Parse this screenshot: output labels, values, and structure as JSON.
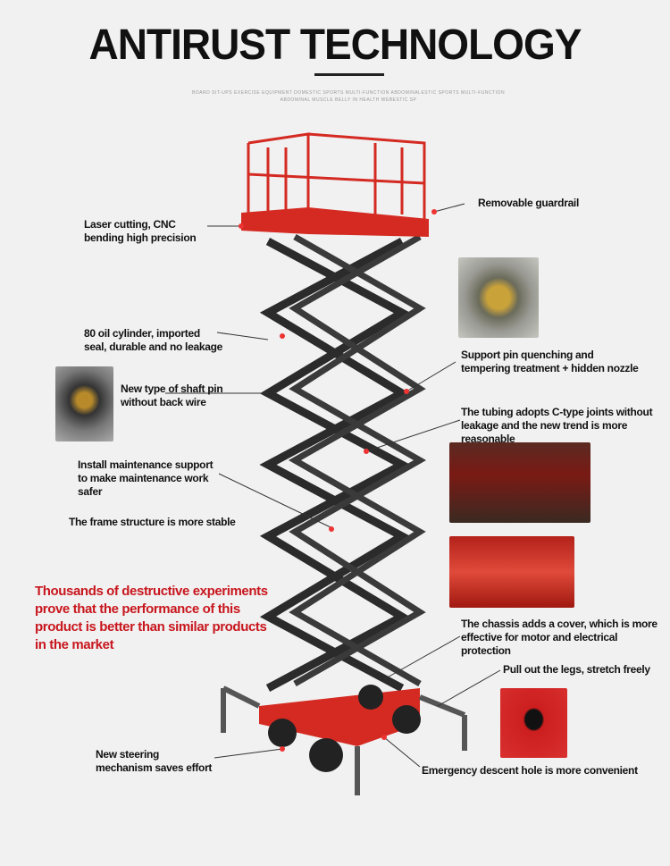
{
  "title": "ANTIRUST TECHNOLOGY",
  "subtitle": "BOARD SIT-UPS EXERCISE EQUIPMENT DOMESTIC SPORTS MULTI-FUNCTION ABDOMINALESTIC SPORTS MULTI-FUNCTION ABDOMINAL MUSCLE BELLY IN HEALTH WEBESTIC SP",
  "colors": {
    "accent": "#c8161d",
    "frame": "#2b2b2b",
    "platform": "#d42a22"
  },
  "callouts": {
    "laser": "Laser cutting, CNC bending high precision",
    "guardrail": "Removable guardrail",
    "cylinder": "80 oil cylinder, imported seal, durable and no leakage",
    "support_pin": "Support pin quenching and tempering treatment + hidden nozzle",
    "shaft_pin": "New type of shaft pin without back wire",
    "tubing": "The tubing adopts C-type joints without leakage and the new trend is more reasonable",
    "maintenance": "Install maintenance support to make maintenance work safer",
    "frame": "The frame structure is more stable",
    "chassis": "The chassis adds a cover, which is more effective for motor and electrical protection",
    "legs": "Pull out the legs, stretch freely",
    "steering": "New steering mechanism saves effort",
    "emergency": "Emergency descent hole is more convenient"
  },
  "highlight": "Thousands of destructive experiments prove that the performance of this product is better than similar products in the market"
}
